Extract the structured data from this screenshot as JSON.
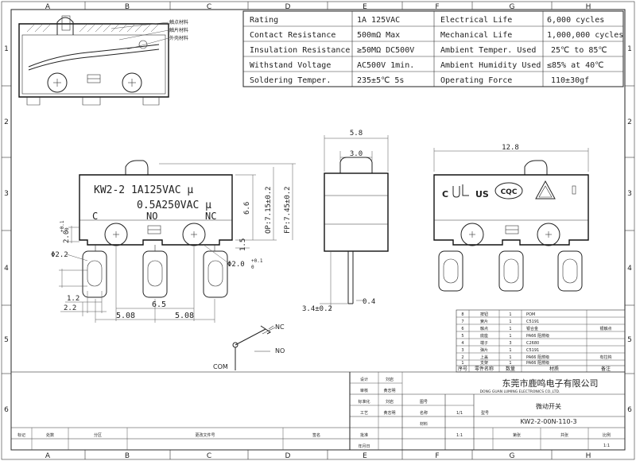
{
  "grid": {
    "columns": [
      "A",
      "B",
      "C",
      "D",
      "E",
      "F",
      "G",
      "H"
    ],
    "rows": [
      "1",
      "2",
      "3",
      "4",
      "5",
      "6"
    ]
  },
  "spec_table": [
    [
      "Rating",
      "1A  125VAC",
      "Electrical Life",
      "6,000 cycles"
    ],
    [
      "Contact Resistance",
      "500mΩ  Max",
      "Mechanical Life",
      "1,000,000 cycles"
    ],
    [
      "Insulation Resistance",
      "≥50MΩ  DC500V",
      "Ambient Temper. Used",
      "25℃ to 85℃"
    ],
    [
      "Withstand Voltage",
      "AC500V  1min.",
      "Ambient Humidity Used",
      "≤85% at 40℃"
    ],
    [
      "Soldering Temper.",
      "235±5℃ 5s",
      "Operating Force",
      "110±30gf"
    ]
  ],
  "cutaway_labels": [
    "触点材料",
    "触片材料",
    "外壳材料"
  ],
  "front_view": {
    "line1": "KW2-2  1A125VAC μ",
    "line2": "0.5A250VAC μ",
    "terminals": [
      "C",
      "NO",
      "NC"
    ],
    "dims": {
      "h66": "6.6",
      "op": "OP:7.15±0.2",
      "fp": "FP:7.45±0.2",
      "d15": "1.5",
      "d20": "2.0",
      "tol_plus": "+0.1",
      "tol_zero": "0",
      "hole_right": "Φ2.0",
      "hole_left": "Φ2.2",
      "d12": "1.2",
      "d22": "2.2",
      "d65": "6.5",
      "d508a": "5.08",
      "d508b": "5.08"
    }
  },
  "side_view": {
    "w": "5.8",
    "top": "3.0",
    "pin": "3.4±0.2",
    "t": "0.4"
  },
  "right_view": {
    "w": "12.8",
    "cert": [
      "C",
      "US",
      "CQC"
    ]
  },
  "schematic": {
    "nc": "NC",
    "no": "NO",
    "com": "COM"
  },
  "bom": {
    "header": [
      "序号",
      "零件名称",
      "数量",
      "材质",
      "备注"
    ],
    "rows": [
      [
        "8",
        "按钮",
        "1",
        "POM",
        ""
      ],
      [
        "7",
        "簧片",
        "1",
        "C5191",
        ""
      ],
      [
        "6",
        "触点",
        "1",
        "银合金",
        "银触点"
      ],
      [
        "5",
        "底座",
        "1",
        "PA66 阻燃级",
        ""
      ],
      [
        "4",
        "端子",
        "3",
        "C2680",
        ""
      ],
      [
        "3",
        "弹片",
        "1",
        "C5191",
        ""
      ],
      [
        "2",
        "上盖",
        "1",
        "PA66 阻燃级",
        "有拉钩"
      ],
      [
        "1",
        "支架",
        "1",
        "PA66 阻燃级",
        ""
      ]
    ]
  },
  "title_block": {
    "company": "东莞市鹿鸣电子有限公司",
    "company_en": "DONG GUAN LUMING ELECTRONICS CO.,LTD.",
    "product": "微动开关",
    "part_no": "KW2-2-00N-110-3",
    "left_rows": [
      "设计",
      "审核",
      "标准化",
      "工艺",
      "批准"
    ],
    "role_cells": [
      "刘岩",
      "黄志明",
      "刘岩",
      "黄志明"
    ],
    "mid_labels": [
      "图号",
      "名称",
      "型号",
      "材料"
    ],
    "mid_values": [
      "1/1",
      "1:1"
    ],
    "bottom_row": [
      "标记",
      "处数",
      "分区",
      "更改文件号",
      "签名",
      "年月日"
    ],
    "sheet_labels": [
      "第张",
      "共张",
      "比例"
    ],
    "scale": "1:1"
  }
}
